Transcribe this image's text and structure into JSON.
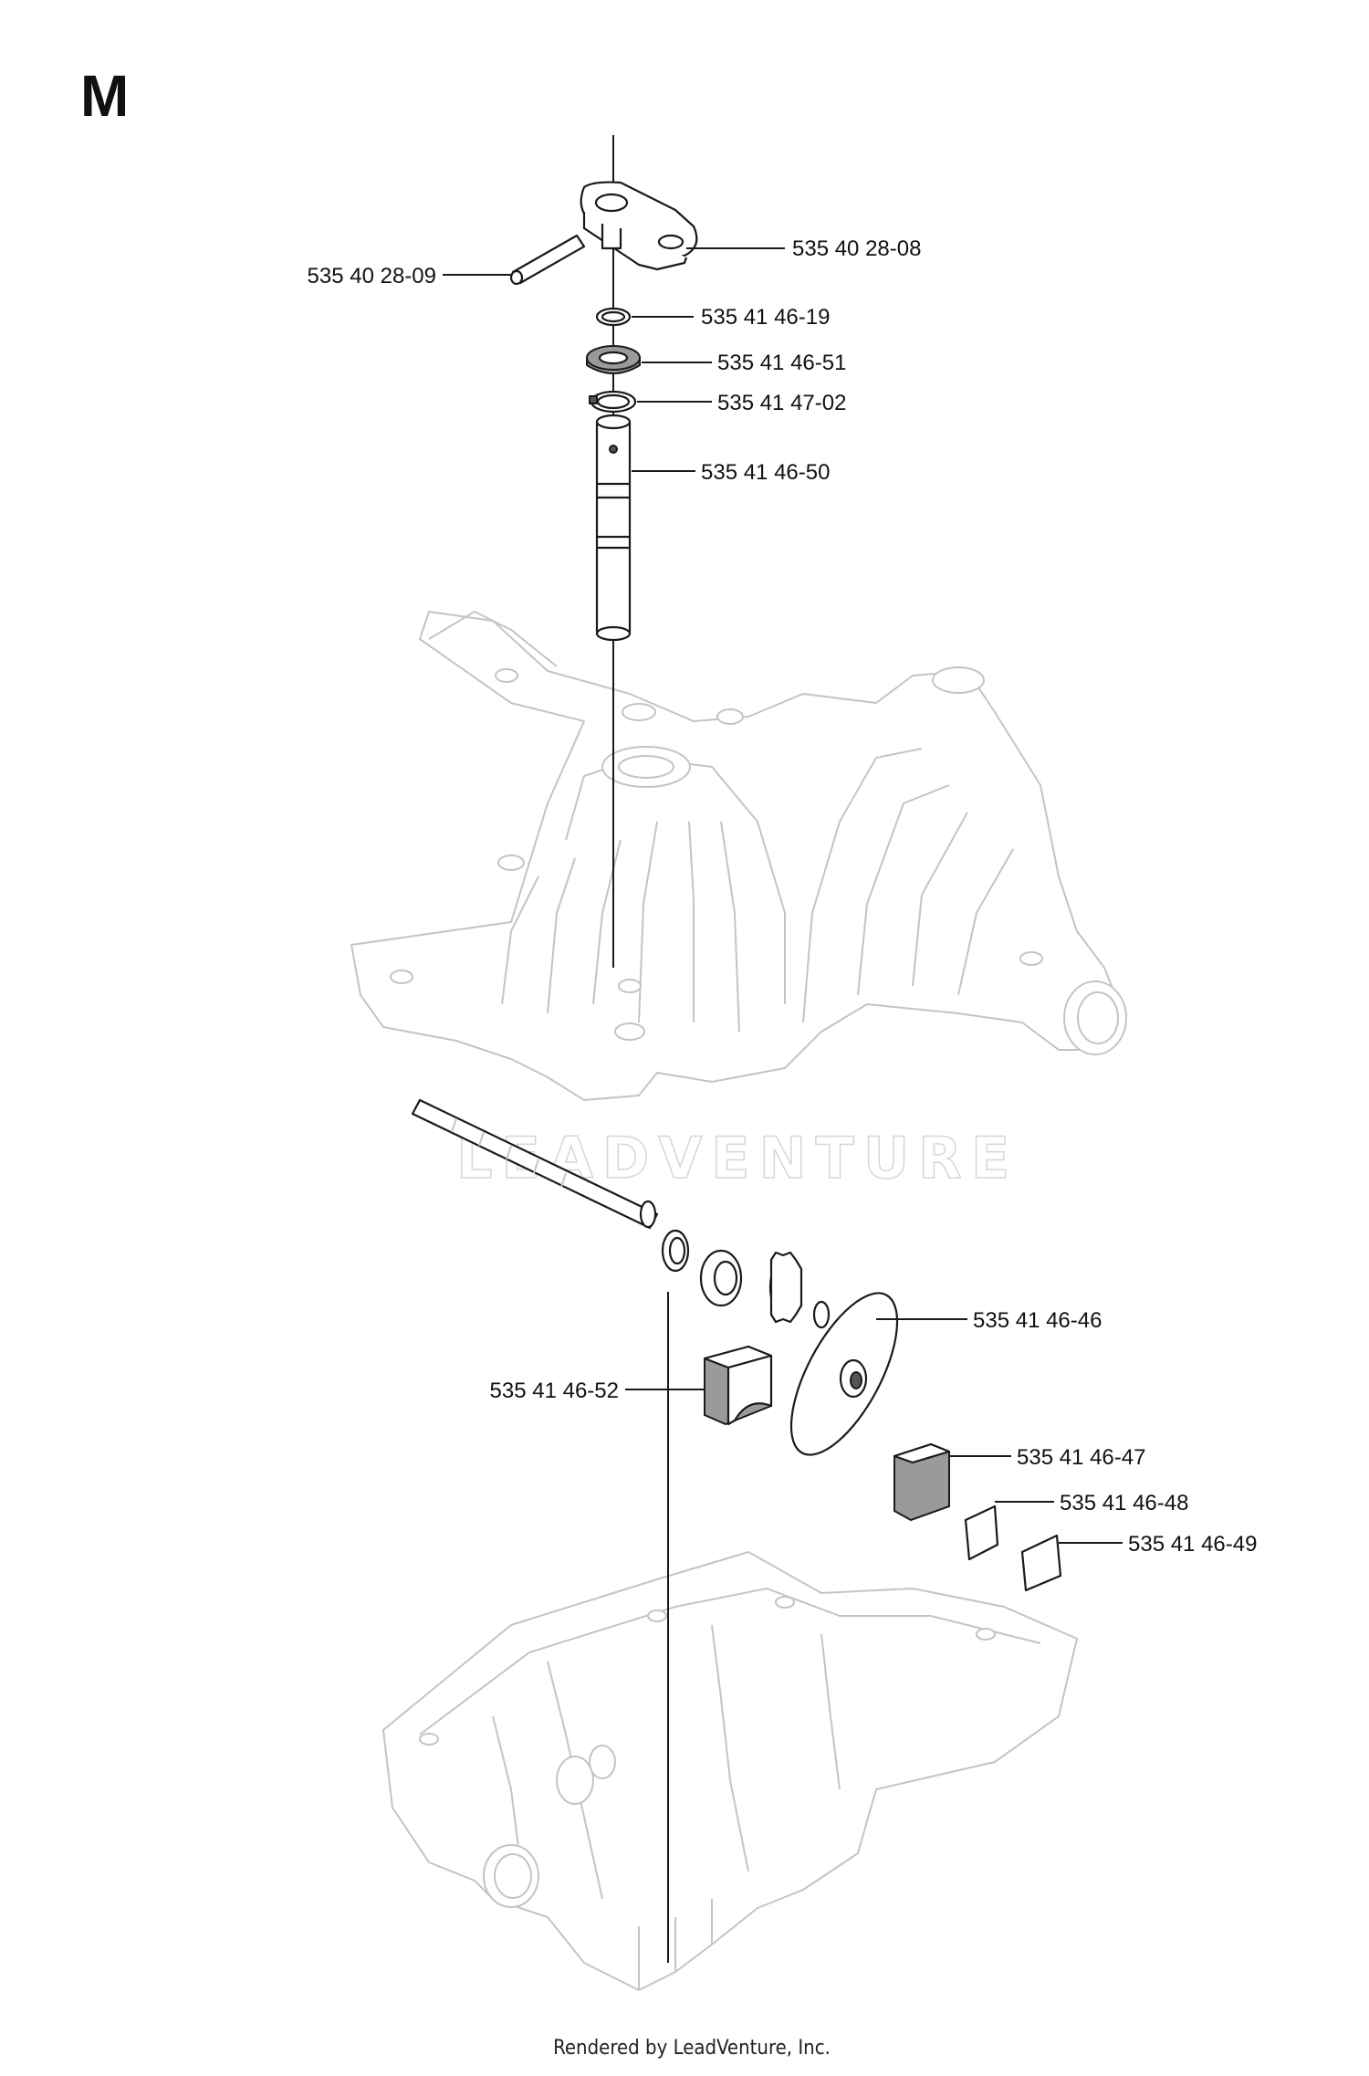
{
  "section": {
    "letter": "M"
  },
  "watermark": "LEADVENTURE",
  "footer": "Rendered by LeadVenture, Inc.",
  "callouts": [
    {
      "id": "steering-arm",
      "part": "535 40 28-08"
    },
    {
      "id": "pin",
      "part": "535 40 28-09"
    },
    {
      "id": "o-ring",
      "part": "535 41 46-19"
    },
    {
      "id": "seal",
      "part": "535 41 46-51"
    },
    {
      "id": "retaining-ring",
      "part": "535 41 47-02"
    },
    {
      "id": "control-shaft",
      "part": "535 41 46-50"
    },
    {
      "id": "brake-disc",
      "part": "535 41 46-46"
    },
    {
      "id": "brake-block",
      "part": "535 41 46-52"
    },
    {
      "id": "brake-puck",
      "part": "535 41 46-47"
    },
    {
      "id": "shim-a",
      "part": "535 41 46-48"
    },
    {
      "id": "shim-b",
      "part": "535 41 46-49"
    }
  ]
}
